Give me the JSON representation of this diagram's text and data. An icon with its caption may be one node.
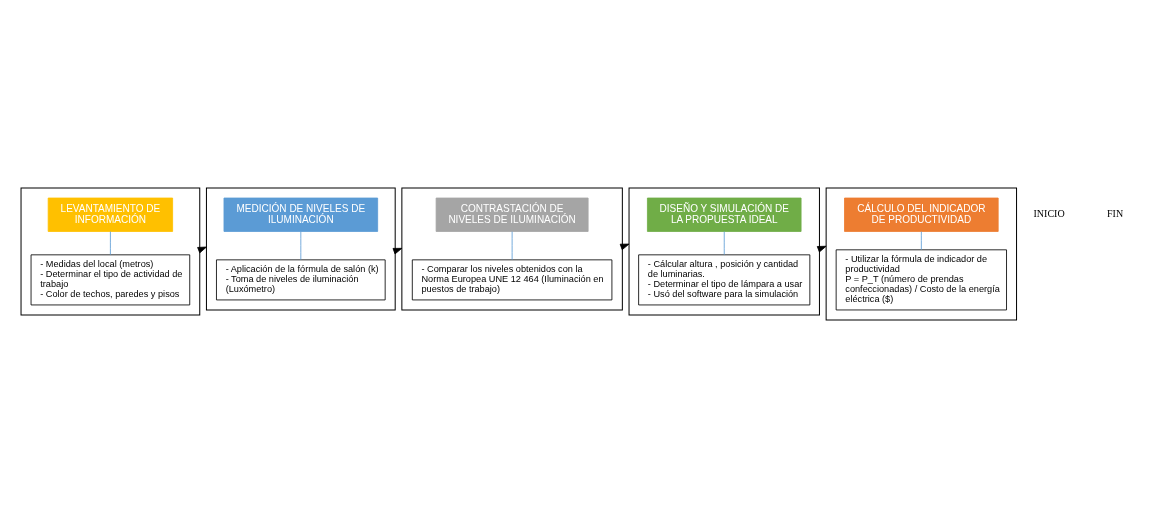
{
  "diagram": {
    "nodes": [
      {
        "text": [],
        "shape": "box"
      },
      {
        "text": [
          "LEVANTAMIENTO DE INFORMACIÓN"
        ],
        "in": 0
      },
      {
        "text": [
          "- Medidas del local (metros)",
          "- Determinar el tipo de actividad de trabajo",
          "- Color de techos, paredes y pisos"
        ],
        "in": 0
      },
      {
        "text": [],
        "shape": "box"
      },
      {
        "text": [
          "MEDICIÓN DE NIVELES DE ILUMINACIÓN"
        ],
        "in": 3
      },
      {
        "text": [
          "- Aplicación de la fórmula de salón (k)",
          "- Toma de niveles de iluminación (Luxómetro)"
        ],
        "in": 3
      },
      {
        "text": [],
        "shape": "box"
      },
      {
        "text": [
          "CONTRASTACIÓN DE NIVELES DE ILUMINACIÓN"
        ],
        "in": 6
      },
      {
        "text": [
          "- Comparar los niveles obtenidos con la Norma Europea UNE 12 464 (Iluminación en puestos de trabajo)"
        ],
        "in": 6
      },
      {
        "text": [],
        "shape": "box"
      },
      {
        "text": [
          "DISEÑO Y SIMULACIÓN DE LA PROPUESTA IDEAL"
        ],
        "in": 9
      },
      {
        "text": [
          "- Cálcular altura , posición y cantidad de luminarias.",
          "- Determinar el tipo de lámpara a usar",
          "- Usó del software para la simulación"
        ],
        "in": 9
      },
      {
        "text": [],
        "shape": "box"
      },
      {
        "text": [
          "CÁLCULO DEL INDICADOR DE PRODUCTIVIDAD"
        ],
        "in": 12
      },
      {
        "text": [
          "- Utilizar la fórmula de indicador de productividad",
          "P = P_T (número de prendas confeccionadas) / Costo de la energía eléctrica ($)"
        ],
        "in": 12
      }
    ],
    "edges": [
      {
        "from": 1,
        "to": 2,
        "arrow": "none"
      },
      {
        "from": 0,
        "to": 3,
        "arrow": "to",
        "color": "#000000"
      },
      {
        "from": 4,
        "to": 5,
        "arrow": "none"
      },
      {
        "from": 3,
        "to": 6,
        "arrow": "to",
        "color": "#000000"
      },
      {
        "from": 7,
        "to": 8,
        "arrow": "none"
      },
      {
        "from": 6,
        "to": 9,
        "arrow": "to",
        "color": "#000000"
      },
      {
        "from": 10,
        "to": 11,
        "arrow": "none"
      },
      {
        "from": 9,
        "to": 12,
        "arrow": "to",
        "color": "#000000"
      },
      {
        "from": 13,
        "to": 14,
        "arrow": "none"
      }
    ],
    "labels": [
      "INICIO",
      "FIN"
    ]
  }
}
